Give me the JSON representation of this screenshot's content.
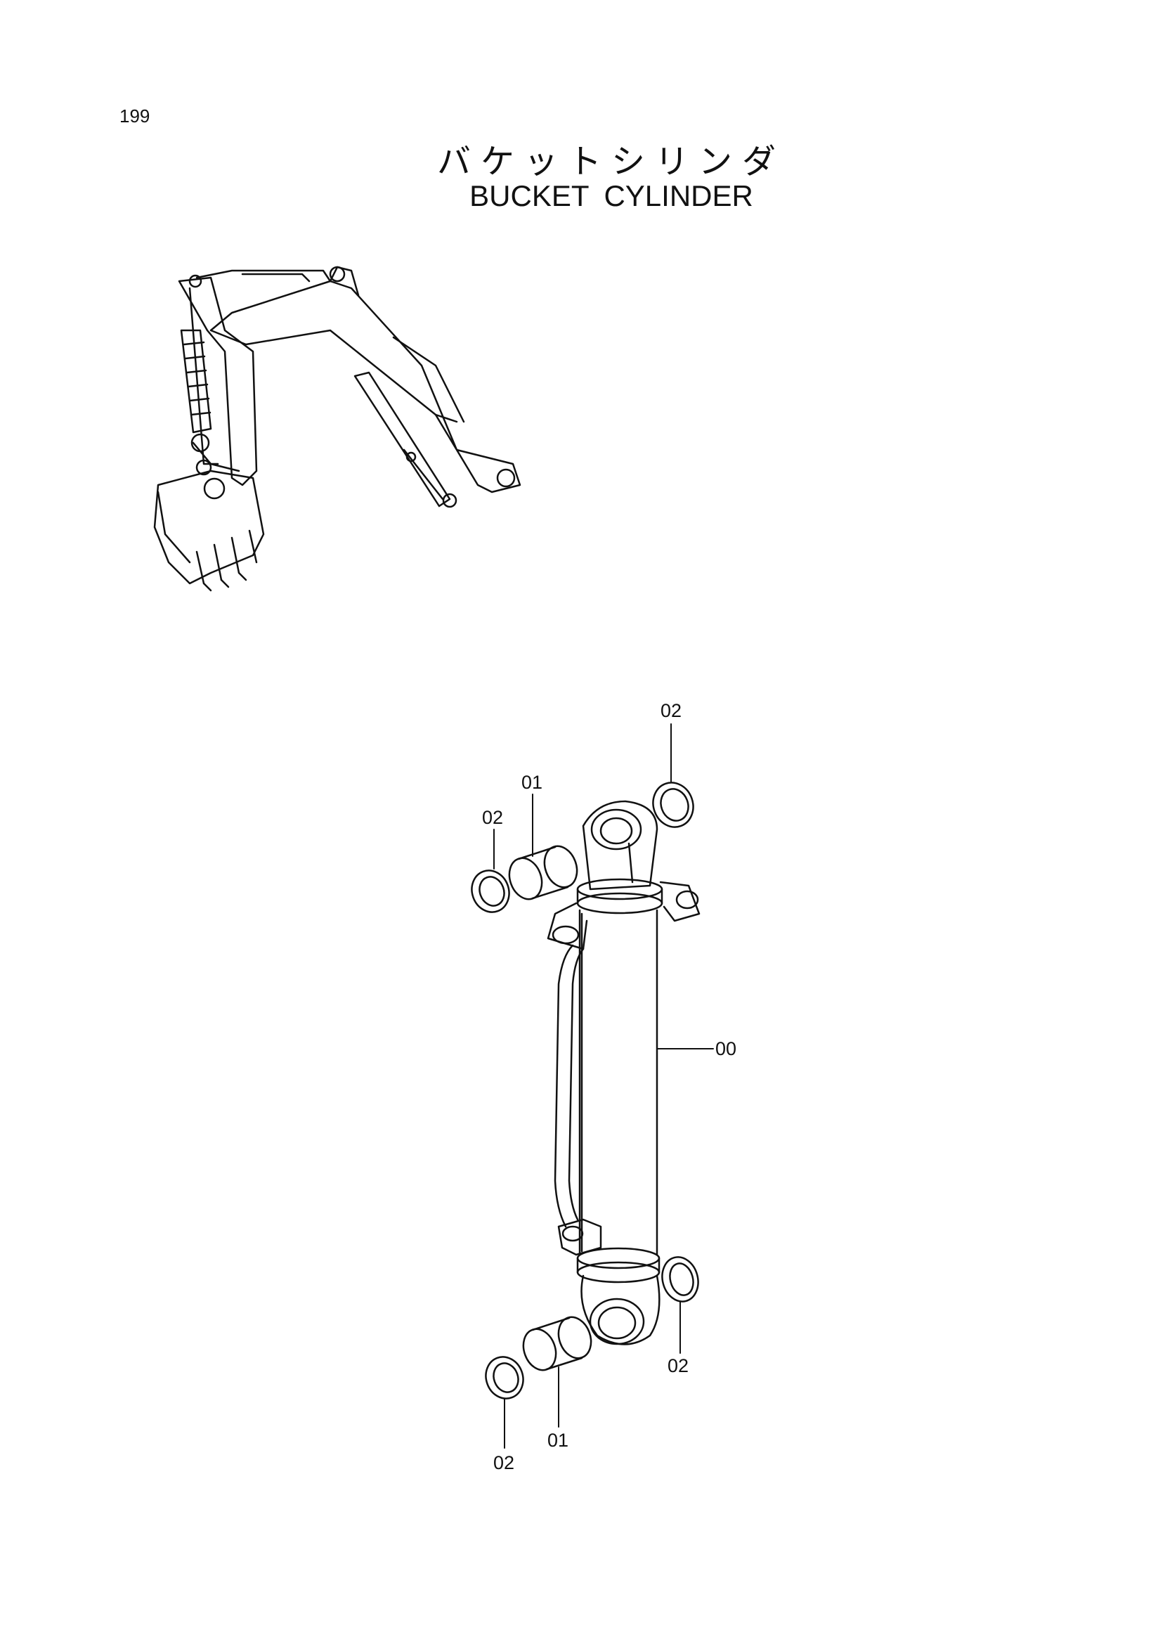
{
  "page_number": "199",
  "title_jp": "バケットシリンダ",
  "title_en": "BUCKET CYLINDER",
  "callouts": {
    "top_right_seal": "02",
    "upper_bushing": "01",
    "upper_left_seal": "02",
    "cylinder_assembly": "00",
    "lower_right_seal": "02",
    "lower_bushing": "01",
    "lower_left_seal": "02"
  }
}
